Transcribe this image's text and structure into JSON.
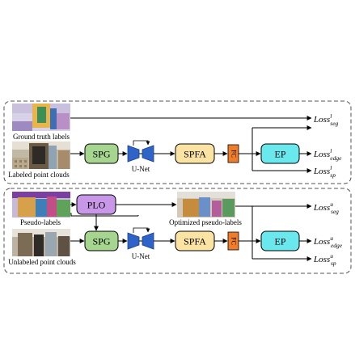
{
  "colors": {
    "spg": "#a6d58f",
    "spfa": "#fbe3a3",
    "fc": "#ef7d2a",
    "ep": "#69e8ee",
    "plo": "#c897e8",
    "unet": "#2e64c8",
    "panel_border": "#555555"
  },
  "top": {
    "gt_label": "Ground truth labels",
    "input_label": "Labeled point clouds",
    "spg": "SPG",
    "unet": "U-Net",
    "spfa": "SPFA",
    "fc": "FC",
    "ep": "EP",
    "loss_seg": {
      "base": "Loss",
      "sup": "l",
      "sub": "seg"
    },
    "loss_edge": {
      "base": "Loss",
      "sup": "l",
      "sub": "edge"
    },
    "loss_sp": {
      "base": "Loss",
      "sup": "l",
      "sub": "sp"
    }
  },
  "bottom": {
    "pseudo_label": "Pseudo-labels",
    "input_label": "Unlabeled point clouds",
    "plo": "PLO",
    "optimized_label": "Optimized pseudo-labels",
    "spg": "SPG",
    "unet": "U-Net",
    "spfa": "SPFA",
    "fc": "FC",
    "ep": "EP",
    "loss_seg": {
      "base": "Loss",
      "sup": "u",
      "sub": "seg"
    },
    "loss_edge": {
      "base": "Loss",
      "sup": "u",
      "sub": "edge"
    },
    "loss_sp": {
      "base": "Loss",
      "sup": "u",
      "sub": "sp"
    }
  }
}
